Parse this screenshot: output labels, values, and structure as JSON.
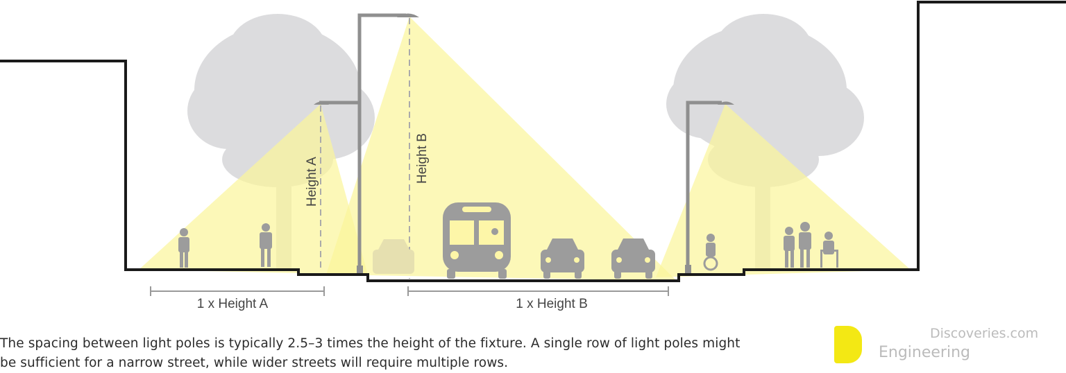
{
  "diagram": {
    "labels": {
      "height_a": "Height A",
      "height_b": "Height B",
      "dim_a": "1 x Height A",
      "dim_b": "1 x Height B"
    },
    "caption": [
      "The spacing between light poles is typically 2.5–3 times the height of the fixture. A single row of light poles might",
      "be sufficient for a narrow street, while wider streets will require multiple rows."
    ],
    "watermark": {
      "line1": "Discoveries.com",
      "line2": "Engineering"
    },
    "colors": {
      "light": "#fbf7a6",
      "pole": "#8f8f8f",
      "tree": "#d9d9db",
      "ground": "#1a1a1a",
      "figure": "#9c9c9c"
    }
  }
}
